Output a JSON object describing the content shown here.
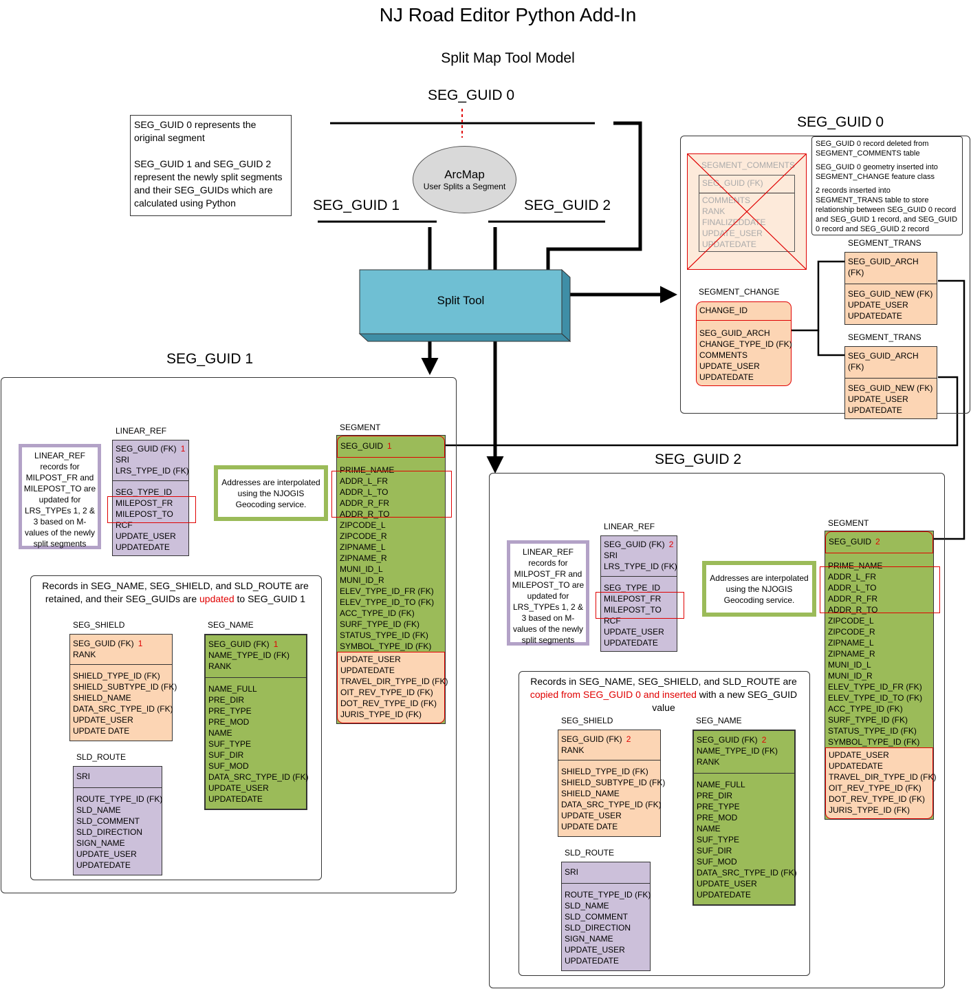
{
  "title": "NJ Road Editor Python Add-In",
  "subtitle": "Split Map Tool Model",
  "top_guid0": "SEG_GUID 0",
  "top_guid1": "SEG_GUID 1",
  "top_guid2": "SEG_GUID 2",
  "legend_note": {
    "para1": "SEG_GUID 0 represents the original segment",
    "para2": "SEG_GUID 1 and SEG_GUID 2 represent the newly split segments and their SEG_GUIDs which are calculated using Python"
  },
  "arcmap": {
    "title": "ArcMap",
    "sub": "User Splits a Segment"
  },
  "split_tool": "Split Tool",
  "guid0_panel": {
    "heading": "SEG_GUID 0",
    "notes": [
      "SEG_GUID 0 record deleted from SEGMENT_COMMENTS table",
      "SEG_GUID 0 geometry inserted into SEGMENT_CHANGE feature class",
      "2 records inserted into SEGMENT_TRANS table to store relationship between SEG_GUID 0 record and SEG_GUID 1 record, and SEG_GUID 0 record and SEG_GUID 2 record"
    ],
    "segment_comments": {
      "label": "SEGMENT_COMMENTS",
      "key": "SEG_GUID (FK)",
      "fields": [
        "COMMENTS",
        "RANK",
        "FINALIZEDDATE",
        "UPDATE_USER",
        "UPDATEDATE"
      ]
    },
    "segment_change": {
      "label": "SEGMENT_CHANGE",
      "key": "CHANGE_ID",
      "fields": [
        "SEG_GUID_ARCH",
        "CHANGE_TYPE_ID (FK)",
        "COMMENTS",
        "UPDATE_USER",
        "UPDATEDATE"
      ]
    },
    "segment_trans_1": {
      "label": "SEGMENT_TRANS",
      "key": "SEG_GUID_ARCH (FK)",
      "fields": [
        "SEG_GUID_NEW (FK)",
        "UPDATE_USER",
        "UPDATEDATE"
      ]
    },
    "segment_trans_2": {
      "label": "SEGMENT_TRANS",
      "key": "SEG_GUID_ARCH (FK)",
      "fields": [
        "SEG_GUID_NEW (FK)",
        "UPDATE_USER",
        "UPDATEDATE"
      ]
    }
  },
  "guid1_panel": {
    "heading": "SEG_GUID 1",
    "linear_ref_note": "LINEAR_REF records for MILPOST_FR and MILEPOST_TO are updated for LRS_TYPEs 1, 2 & 3 based on M-values of the newly split segments",
    "linear_ref": {
      "label": "LINEAR_REF",
      "key": [
        "SEG_GUID (FK)",
        "SRI",
        "LRS_TYPE_ID (FK)"
      ],
      "num": "1",
      "fields": [
        "SEG_TYPE_ID",
        "MILEPOST_FR",
        "MILEPOST_TO",
        "RCF",
        "UPDATE_USER",
        "UPDATEDATE"
      ]
    },
    "address_note": "Addresses are interpolated using the NJOGIS Geocoding service.",
    "segment": {
      "label": "SEGMENT",
      "key": "SEG_GUID",
      "num": "1",
      "fields": [
        "PRIME_NAME",
        "ADDR_L_FR",
        "ADDR_L_TO",
        "ADDR_R_FR",
        "ADDR_R_TO",
        "ZIPCODE_L",
        "ZIPCODE_R",
        "ZIPNAME_L",
        "ZIPNAME_R",
        "MUNI_ID_L",
        "MUNI_ID_R",
        "ELEV_TYPE_ID_FR (FK)",
        "ELEV_TYPE_ID_TO (FK)",
        "ACC_TYPE_ID (FK)",
        "SURF_TYPE_ID (FK)",
        "STATUS_TYPE_ID (FK)",
        "SYMBOL_TYPE_ID (FK)"
      ],
      "extra": [
        "UPDATE_USER",
        "UPDATEDATE",
        "TRAVEL_DIR_TYPE_ID (FK)",
        "OIT_REV_TYPE_ID (FK)",
        "DOT_REV_TYPE_ID (FK)",
        "JURIS_TYPE_ID (FK)"
      ]
    },
    "retain": {
      "t1": "Records in SEG_NAME, SEG_SHIELD, and SLD_ROUTE are retained, and their SEG_GUIDs are ",
      "t2": "updated",
      "t3": " to SEG_GUID 1"
    },
    "seg_shield": {
      "label": "SEG_SHIELD",
      "key": [
        "SEG_GUID (FK)",
        "RANK"
      ],
      "num": "1",
      "fields": [
        "SHIELD_TYPE_ID (FK)",
        "SHIELD_SUBTYPE_ID (FK)",
        "SHIELD_NAME",
        "DATA_SRC_TYPE_ID (FK)",
        "UPDATE_USER",
        "UPDATE DATE"
      ]
    },
    "seg_name": {
      "label": "SEG_NAME",
      "key": [
        "SEG_GUID (FK)",
        "NAME_TYPE_ID (FK)",
        "RANK"
      ],
      "num": "1",
      "fields": [
        "NAME_FULL",
        "PRE_DIR",
        "PRE_TYPE",
        "PRE_MOD",
        "NAME",
        "SUF_TYPE",
        "SUF_DIR",
        "SUF_MOD",
        "DATA_SRC_TYPE_ID (FK)",
        "UPDATE_USER",
        "UPDATEDATE"
      ]
    },
    "sld_route": {
      "label": "SLD_ROUTE",
      "key": [
        "SRI"
      ],
      "fields": [
        "ROUTE_TYPE_ID (FK)",
        "SLD_NAME",
        "SLD_COMMENT",
        "SLD_DIRECTION",
        "SIGN_NAME",
        "UPDATE_USER",
        "UPDATEDATE"
      ]
    }
  },
  "guid2_panel": {
    "heading": "SEG_GUID 2",
    "linear_ref_note": "LINEAR_REF records for MILPOST_FR and MILEPOST_TO are updated for LRS_TYPEs 1, 2 & 3 based on M-values of the newly split segments",
    "linear_ref": {
      "label": "LINEAR_REF",
      "key": [
        "SEG_GUID (FK)",
        "SRI",
        "LRS_TYPE_ID (FK)"
      ],
      "num": "2",
      "fields": [
        "SEG_TYPE_ID",
        "MILEPOST_FR",
        "MILEPOST_TO",
        "RCF",
        "UPDATE_USER",
        "UPDATEDATE"
      ]
    },
    "address_note": "Addresses are interpolated using the NJOGIS Geocoding service.",
    "segment": {
      "label": "SEGMENT",
      "key": "SEG_GUID",
      "num": "2",
      "fields": [
        "PRIME_NAME",
        "ADDR_L_FR",
        "ADDR_L_TO",
        "ADDR_R_FR",
        "ADDR_R_TO",
        "ZIPCODE_L",
        "ZIPCODE_R",
        "ZIPNAME_L",
        "ZIPNAME_R",
        "MUNI_ID_L",
        "MUNI_ID_R",
        "ELEV_TYPE_ID_FR (FK)",
        "ELEV_TYPE_ID_TO (FK)",
        "ACC_TYPE_ID (FK)",
        "SURF_TYPE_ID (FK)",
        "STATUS_TYPE_ID (FK)",
        "SYMBOL_TYPE_ID (FK)"
      ],
      "extra": [
        "UPDATE_USER",
        "UPDATEDATE",
        "TRAVEL_DIR_TYPE_ID (FK)",
        "OIT_REV_TYPE_ID (FK)",
        "DOT_REV_TYPE_ID (FK)",
        "JURIS_TYPE_ID (FK)"
      ]
    },
    "copied": {
      "t1": "Records in SEG_NAME, SEG_SHIELD, and SLD_ROUTE are ",
      "t2": "copied from SEG_GUID 0 and inserted",
      "t3": " with a new SEG_GUID value"
    },
    "seg_shield": {
      "label": "SEG_SHIELD",
      "key": [
        "SEG_GUID (FK)",
        "RANK"
      ],
      "num": "2",
      "fields": [
        "SHIELD_TYPE_ID (FK)",
        "SHIELD_SUBTYPE_ID (FK)",
        "SHIELD_NAME",
        "DATA_SRC_TYPE_ID (FK)",
        "UPDATE_USER",
        "UPDATE DATE"
      ]
    },
    "seg_name": {
      "label": "SEG_NAME",
      "key": [
        "SEG_GUID (FK)",
        "NAME_TYPE_ID (FK)",
        "RANK"
      ],
      "num": "2",
      "fields": [
        "NAME_FULL",
        "PRE_DIR",
        "PRE_TYPE",
        "PRE_MOD",
        "NAME",
        "SUF_TYPE",
        "SUF_DIR",
        "SUF_MOD",
        "DATA_SRC_TYPE_ID (FK)",
        "UPDATE_USER",
        "UPDATEDATE"
      ]
    },
    "sld_route": {
      "label": "SLD_ROUTE",
      "key": [
        "SRI"
      ],
      "fields": [
        "ROUTE_TYPE_ID (FK)",
        "SLD_NAME",
        "SLD_COMMENT",
        "SLD_DIRECTION",
        "SIGN_NAME",
        "UPDATE_USER",
        "UPDATEDATE"
      ]
    }
  },
  "colors": {
    "purple": "#ccc0da",
    "peach": "#fcd5b4",
    "green": "#9bbb59",
    "tool": "#6fbfd3",
    "red": "#e00000"
  }
}
